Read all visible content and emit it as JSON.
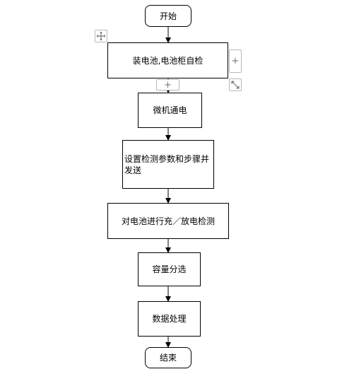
{
  "flowchart": {
    "nodes": [
      {
        "id": "start",
        "label": "开始"
      },
      {
        "id": "step1",
        "label": "装电池,电池柜自检"
      },
      {
        "id": "step2",
        "label": "微机通电"
      },
      {
        "id": "step3",
        "label": "设置检测参数和步骤并发送"
      },
      {
        "id": "step4",
        "label": "对电池进行充／放电检测"
      },
      {
        "id": "step5",
        "label": "容量分选"
      },
      {
        "id": "step6",
        "label": "数据处理"
      },
      {
        "id": "end",
        "label": "结束"
      }
    ]
  },
  "editor_handles": {
    "move_icon": "move-icon",
    "add_icon": "plus-icon",
    "resize_icon": "resize-diagonal-icon"
  },
  "colors": {
    "line": "#000000",
    "handle_border": "#b8b8b8",
    "handle_icon": "#777777"
  }
}
